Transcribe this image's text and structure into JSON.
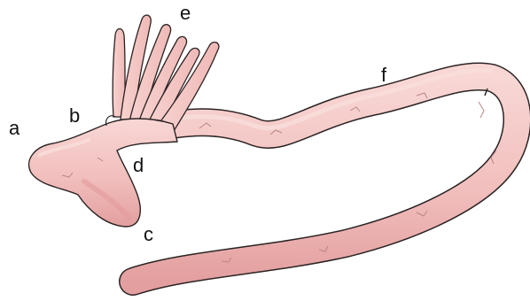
{
  "labels": {
    "a": "a",
    "b": "b",
    "c": "c",
    "d": "d",
    "e": "e",
    "f": "f"
  },
  "colors": {
    "tissue_fill": "#f3c4c1",
    "tissue_shadow": "#e29b9b",
    "tissue_highlight": "#f9dedb",
    "outline": "#2b2323",
    "vessel": "#b98685",
    "label": "#111111"
  }
}
